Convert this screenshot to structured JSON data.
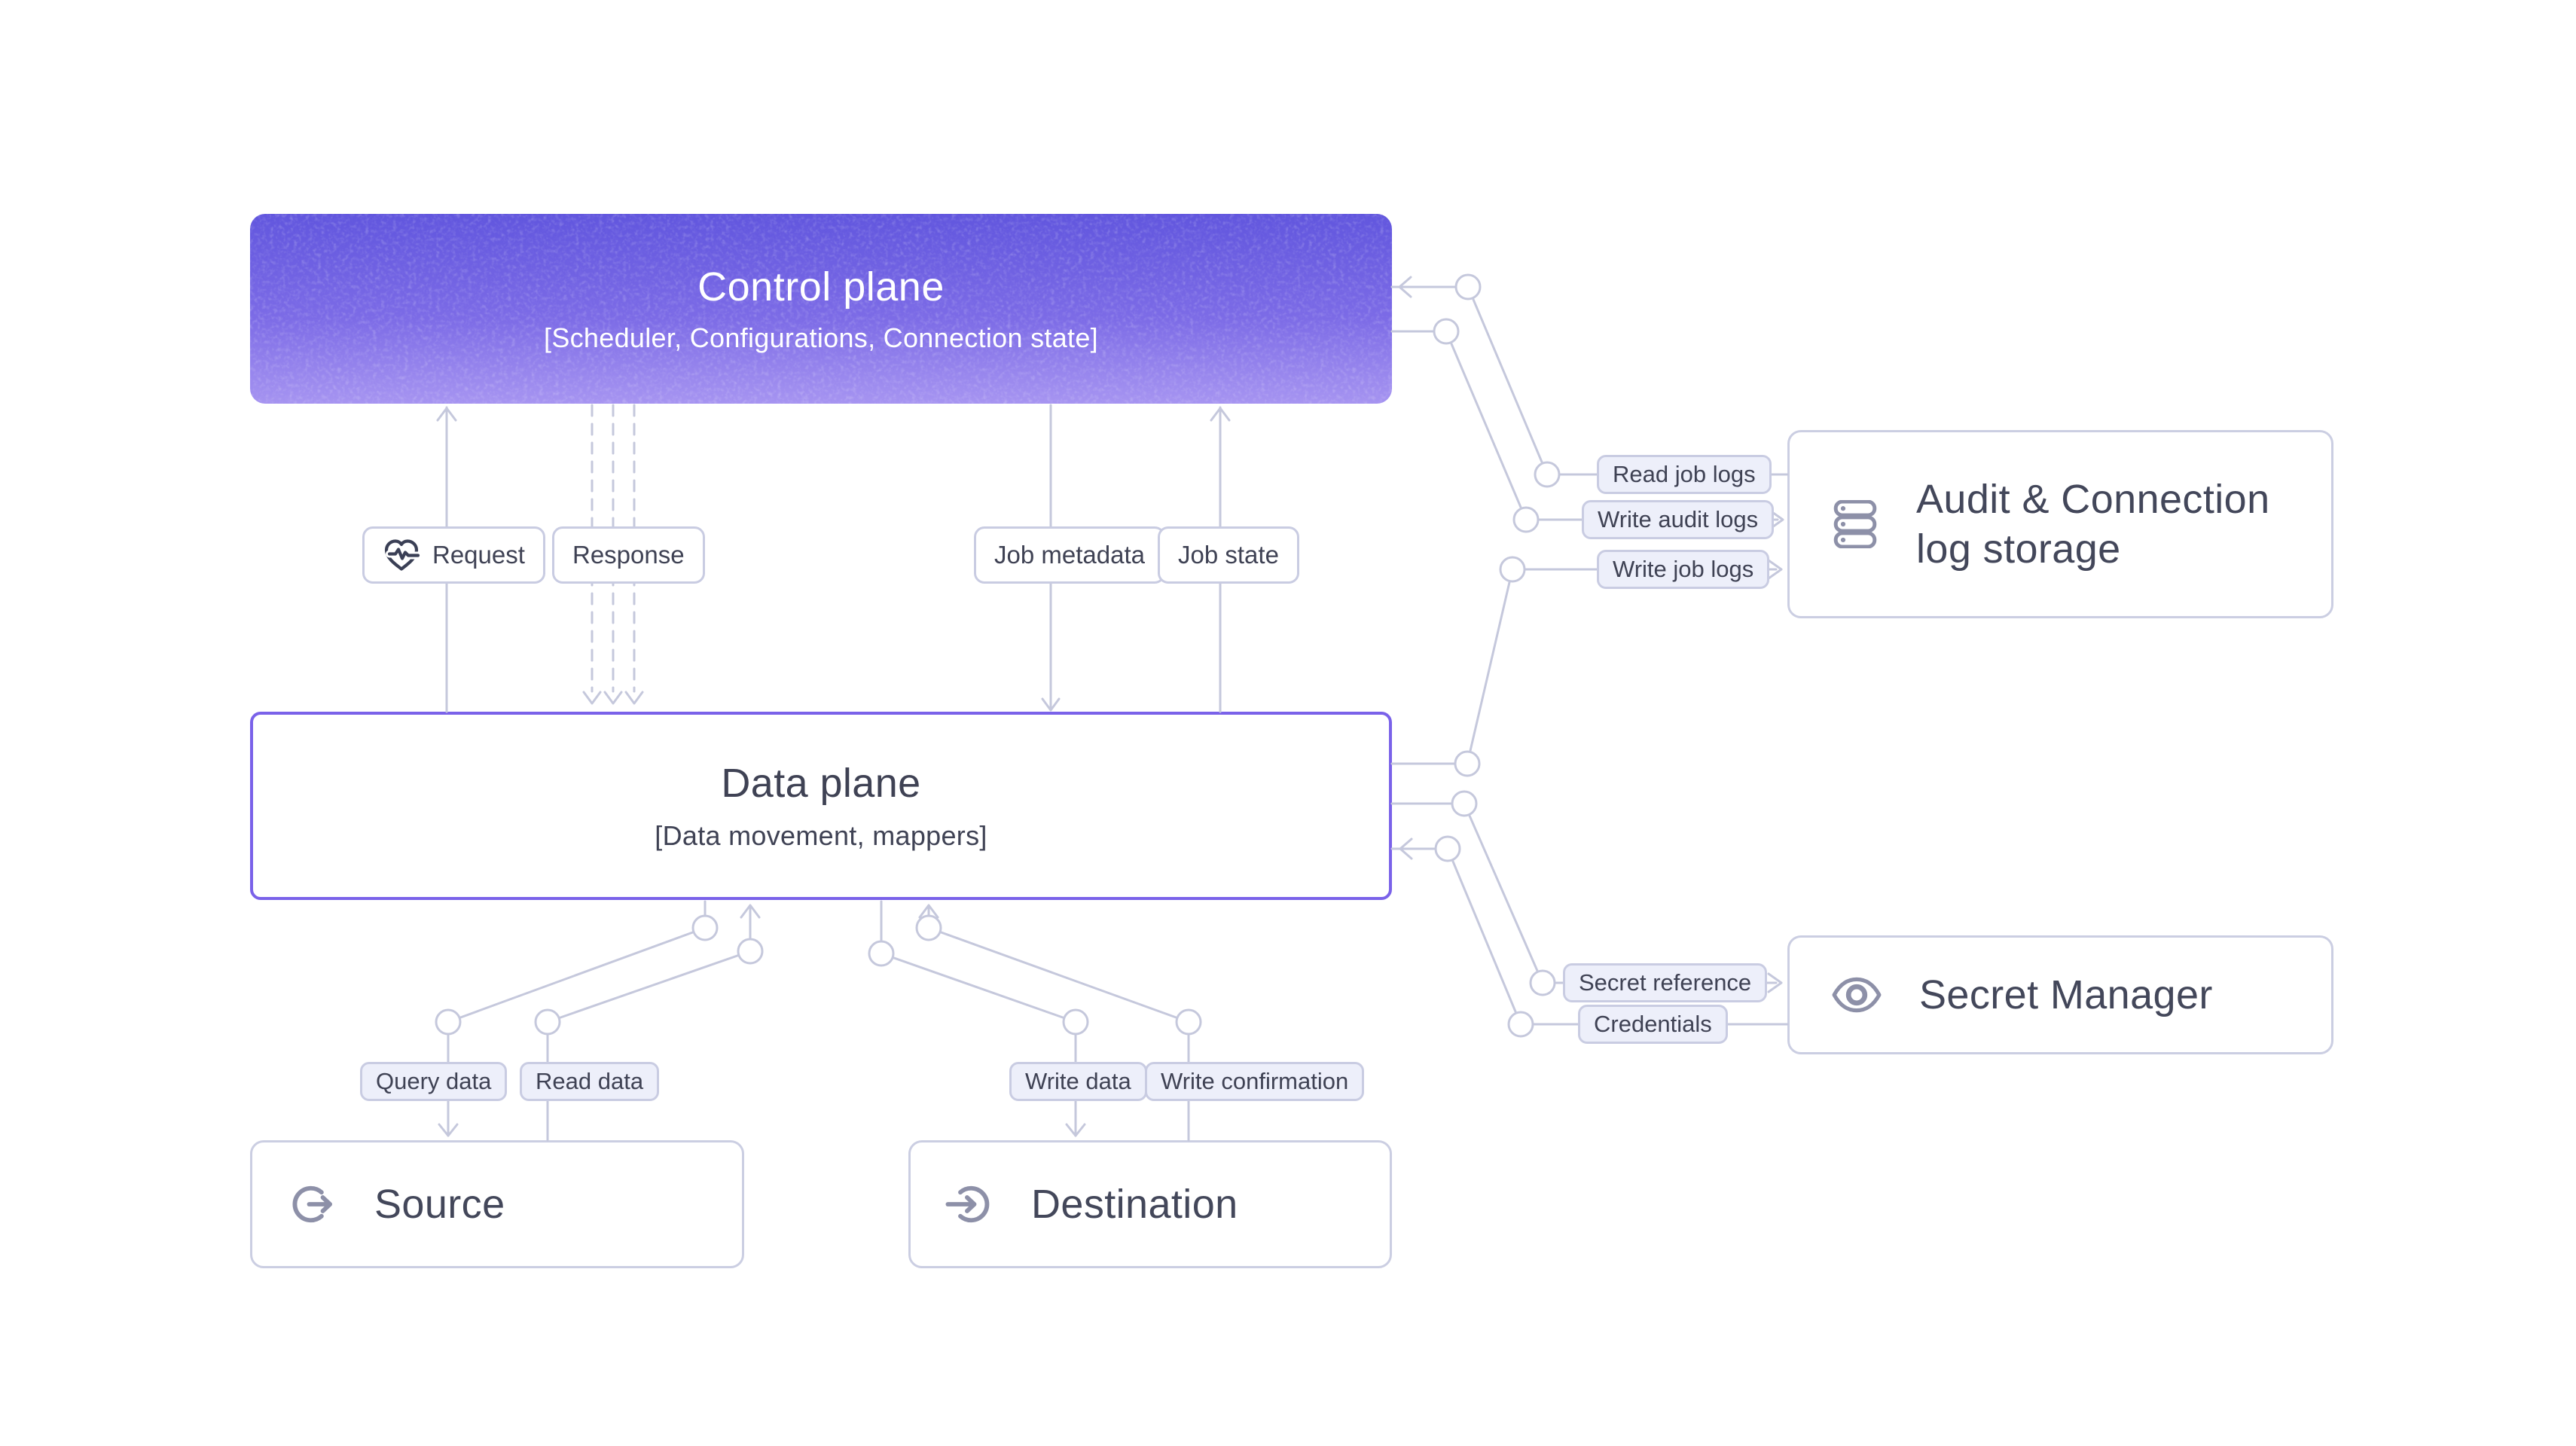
{
  "colors": {
    "accent_indigo": "#6C5CE7",
    "data_plane_border": "#7A62E9",
    "wire": "#C5C8DC",
    "pill_border": "#C9CCE2",
    "pill_tinted_fill": "#EDEFFA",
    "ink": "#3F4254",
    "icon_gray": "#8D90A8",
    "control_gradient_top": "#6156DE",
    "control_gradient_bottom": "#A795F1"
  },
  "boxes": {
    "control_plane": {
      "title": "Control plane",
      "subtitle": "[Scheduler, Configurations, Connection state]"
    },
    "data_plane": {
      "title": "Data plane",
      "subtitle": "[Data movement, mappers]"
    },
    "source": {
      "title": "Source"
    },
    "destination": {
      "title": "Destination"
    },
    "audit_log_storage": {
      "title": "Audit & Connection log storage"
    },
    "secret_manager": {
      "title": "Secret Manager"
    }
  },
  "edges": {
    "request": "Request",
    "response": "Response",
    "job_metadata": "Job metadata",
    "job_state": "Job state",
    "read_job_logs": "Read job logs",
    "write_audit_logs": "Write audit logs",
    "write_job_logs": "Write job logs",
    "secret_reference": "Secret reference",
    "credentials": "Credentials",
    "query_data": "Query data",
    "read_data": "Read data",
    "write_data": "Write data",
    "write_confirmation": "Write confirmation"
  }
}
